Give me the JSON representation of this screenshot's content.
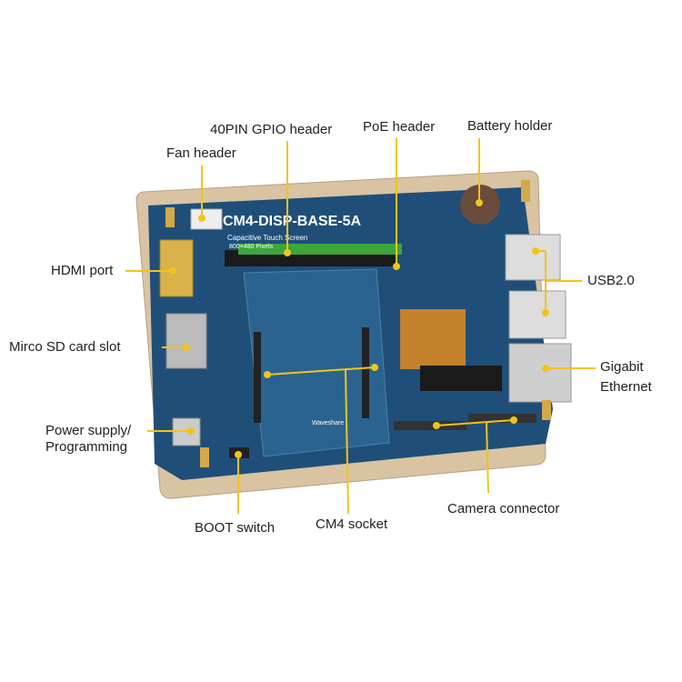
{
  "board": {
    "model": "CM4-DISP-BASE-5A",
    "subtitle": "Capacitive Touch Screen",
    "resolution": "800×480 Pixels",
    "brand": "Waveshare"
  },
  "colors": {
    "leader": "#f2c418",
    "pcb": "#1f4f78",
    "bezel": "#d9c3a3",
    "text": "#222222"
  },
  "callouts": [
    {
      "id": "gpio",
      "label": "40PIN GPIO header"
    },
    {
      "id": "poe",
      "label": "PoE header"
    },
    {
      "id": "battery",
      "label": "Battery holder"
    },
    {
      "id": "fan",
      "label": "Fan header"
    },
    {
      "id": "hdmi",
      "label": "HDMI port"
    },
    {
      "id": "usb",
      "label": "USB2.0"
    },
    {
      "id": "sd",
      "label": "Mirco SD card slot"
    },
    {
      "id": "ethernet",
      "label": "Gigabit\nEthernet"
    },
    {
      "id": "power",
      "label": "Power supply/\nProgramming"
    },
    {
      "id": "camera",
      "label": "Camera connector"
    },
    {
      "id": "boot",
      "label": "BOOT switch"
    },
    {
      "id": "cm4",
      "label": "CM4 socket"
    }
  ]
}
